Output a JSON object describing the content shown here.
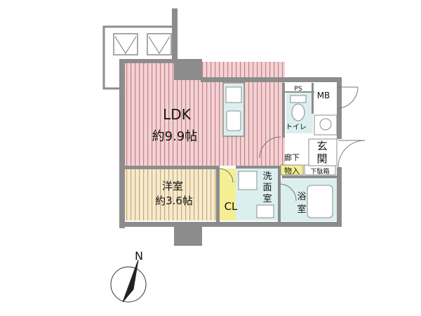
{
  "rooms": {
    "ldk": {
      "name": "LDK",
      "size": "約9.9帖"
    },
    "western": {
      "name": "洋室",
      "size": "約3.6帖"
    },
    "closet": {
      "name": "CL"
    },
    "washroom": {
      "name": "洗面室"
    },
    "bath": {
      "name": "浴室"
    },
    "toilet": {
      "name": "トイレ"
    },
    "entrance": {
      "name": "玄関"
    },
    "hallway": {
      "name": "廊下"
    },
    "storage": {
      "name": "物入"
    },
    "shoe_box": {
      "name": "下駄箱"
    },
    "ps": {
      "name": "PS"
    },
    "mb": {
      "name": "MB"
    }
  },
  "compass": {
    "label": "N"
  },
  "colors": {
    "ldk": "#f2d3d5",
    "western": "#f6ebcf",
    "closet": "#f4ef92",
    "wet_areas": "#dcefef",
    "walls": "#8c8c8c",
    "stripe_ldk": "#c87f85",
    "stripe_western": "#c9a874"
  }
}
